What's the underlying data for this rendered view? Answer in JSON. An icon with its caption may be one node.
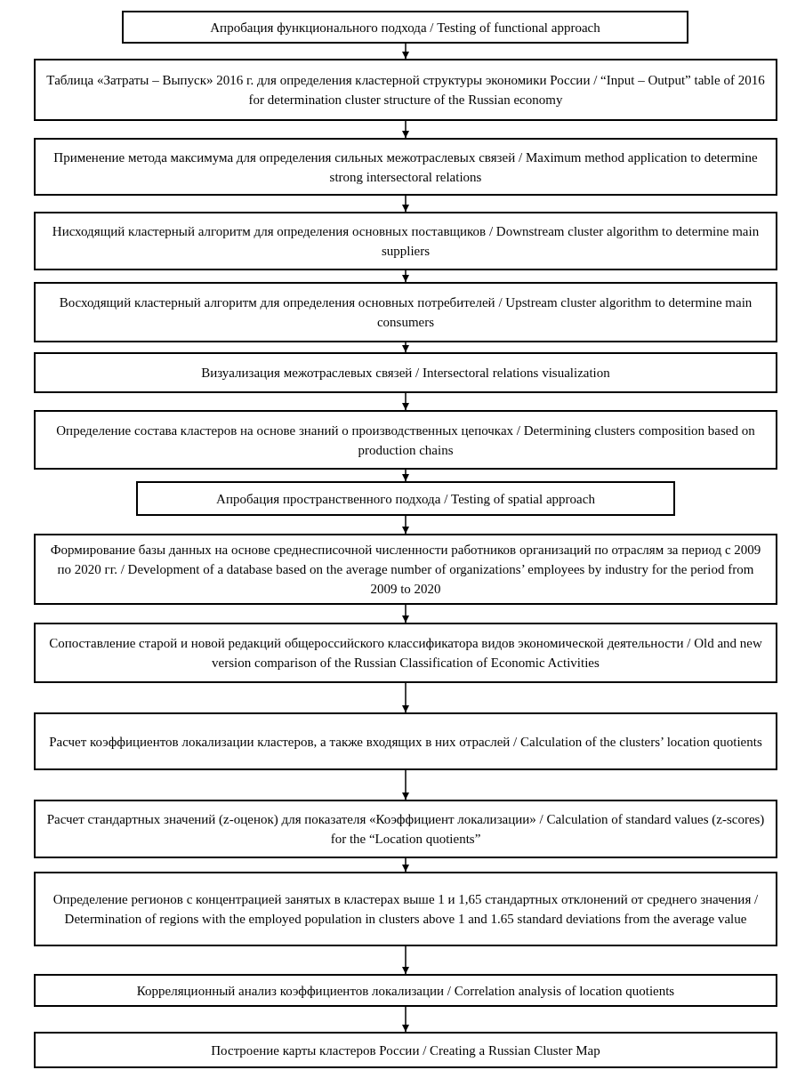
{
  "diagram": {
    "nodes": [
      {
        "text": [
          "Апробация функционального подхода / Testing of functional approach"
        ]
      },
      {
        "text": [
          "Таблица «Затраты – Выпуск» 2016 г. для определения кластерной структуры экономики России / “Input – Output” table of 2016 for determination cluster structure of the Russian economy"
        ]
      },
      {
        "text": [
          "Применение метода максимума для определения сильных межотраслевых связей / Maximum method application to determine strong intersectoral relations"
        ]
      },
      {
        "text": [
          "Нисходящий кластерный алгоритм для определения основных поставщиков / Downstream cluster algorithm to determine main suppliers"
        ]
      },
      {
        "text": [
          "Восходящий кластерный алгоритм для определения основных потребителей / Upstream cluster algorithm to determine main consumers"
        ]
      },
      {
        "text": [
          "Визуализация межотраслевых связей / Intersectoral relations visualization"
        ]
      },
      {
        "text": [
          "Определение состава кластеров на основе знаний о производственных цепочках / Determining clusters composition based on production chains"
        ]
      },
      {
        "text": [
          "Апробация пространственного подхода / Testing of spatial approach"
        ]
      },
      {
        "text": [
          "Формирование базы данных на основе среднесписочной численности работников организаций по отраслям за период с 2009 по 2020 гг. / Development of a database based on the average number of organizations’ employees by industry for the period from 2009 to 2020"
        ]
      },
      {
        "text": [
          "Сопоставление старой и новой редакций общероссийского классификатора видов экономической деятельности / Old and new version comparison of the Russian Classification of Economic Activities"
        ]
      },
      {
        "text": [
          "Расчет коэффициентов локализации кластеров, а также входящих в них отраслей / Calculation of the clusters’ location quotients"
        ]
      },
      {
        "text": [
          "Расчет стандартных значений (z-оценок) для показателя «Коэффициент локализации» / Calculation of standard values (z-scores) for the “Location quotients”"
        ]
      },
      {
        "text": [
          "Определение регионов с концентрацией занятых в кластерах выше 1 и 1,65 стандартных отклонений от среднего значения / Determination of regions with the employed population in clusters above 1 and 1.65 standard deviations from the average value"
        ]
      },
      {
        "text": [
          "Корреляционный анализ коэффициентов локализации / Correlation analysis of location quotients"
        ]
      },
      {
        "text": [
          "Построение карты кластеров России / Creating a Russian Cluster Map"
        ]
      }
    ],
    "edges": [
      {
        "from": 0,
        "to": 1,
        "arrow": "to"
      },
      {
        "from": 1,
        "to": 2,
        "arrow": "to"
      },
      {
        "from": 2,
        "to": 3,
        "arrow": "to"
      },
      {
        "from": 3,
        "to": 4,
        "arrow": "to"
      },
      {
        "from": 4,
        "to": 5,
        "arrow": "to"
      },
      {
        "from": 5,
        "to": 6,
        "arrow": "to"
      },
      {
        "from": 6,
        "to": 7,
        "arrow": "to"
      },
      {
        "from": 7,
        "to": 8,
        "arrow": "to"
      },
      {
        "from": 8,
        "to": 9,
        "arrow": "to"
      },
      {
        "from": 9,
        "to": 10,
        "arrow": "to"
      },
      {
        "from": 10,
        "to": 11,
        "arrow": "to"
      },
      {
        "from": 11,
        "to": 12,
        "arrow": "to"
      },
      {
        "from": 12,
        "to": 13,
        "arrow": "to"
      },
      {
        "from": 13,
        "to": 14,
        "arrow": "to"
      }
    ]
  }
}
